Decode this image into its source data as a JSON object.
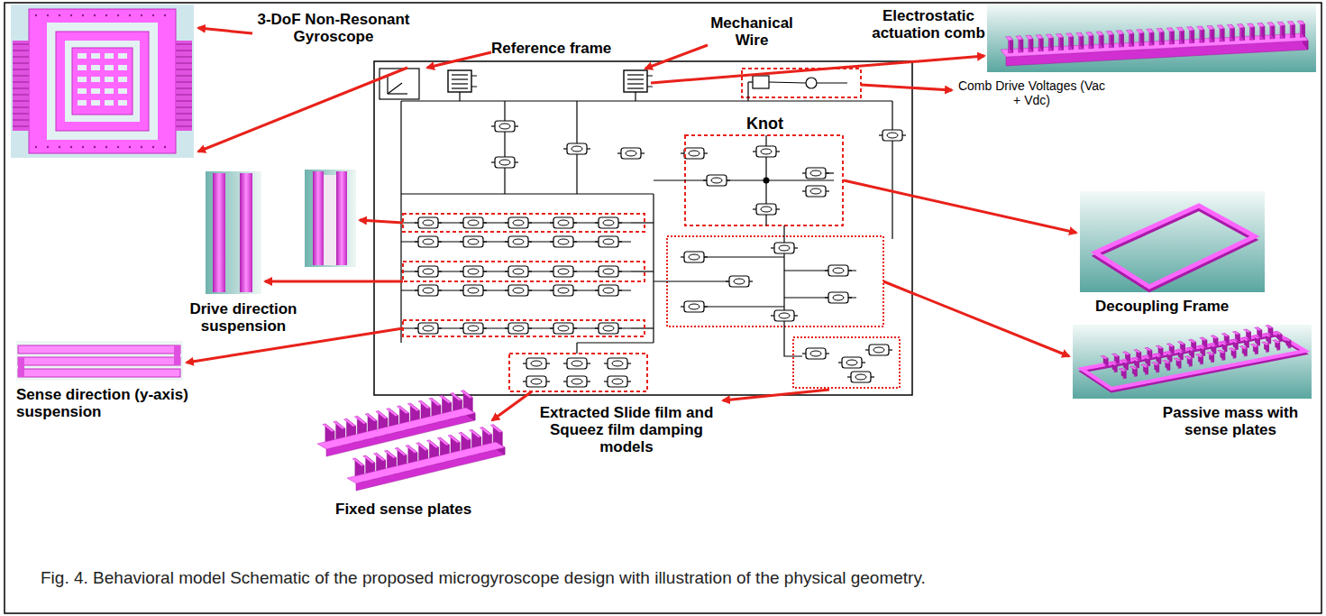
{
  "diagram": {
    "caption": "Fig. 4. Behavioral model Schematic of the proposed microgyroscope design with illustration of the physical geometry.",
    "labels": [
      "3-DoF Non-Resonant Gyroscope",
      "Reference frame",
      "Mechanical Wire",
      "Electrostatic actuation comb",
      "Comb Drive Voltages (Vac + Vdc)",
      "Knot",
      "Decoupling Frame",
      "Drive direction suspension",
      "Sense direction (y-axis) suspension",
      "Extracted Slide film and Squeez film damping models",
      "Passive mass with sense plates",
      "Fixed sense plates"
    ]
  }
}
